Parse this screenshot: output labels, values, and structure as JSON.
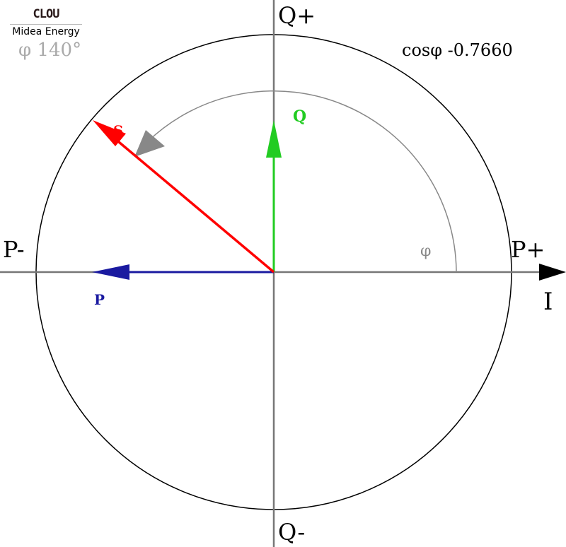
{
  "logo": {
    "mark": "CLOU",
    "wordmark": "Midea Energy"
  },
  "angle_label": "φ 140°",
  "angle_deg": 140,
  "cos_label": "cosφ -0.7660",
  "axes": {
    "q_plus": "Q+",
    "q_minus": "Q-",
    "p_plus": "P+",
    "p_minus": "P-",
    "current": "I"
  },
  "vectors": {
    "s": "S",
    "p": "P",
    "q": "Q"
  },
  "arc_label": "φ",
  "colors": {
    "s": "#ff0000",
    "p": "#1a1aa0",
    "q": "#22cc22",
    "arc": "#888888",
    "axis": "#777777"
  }
}
